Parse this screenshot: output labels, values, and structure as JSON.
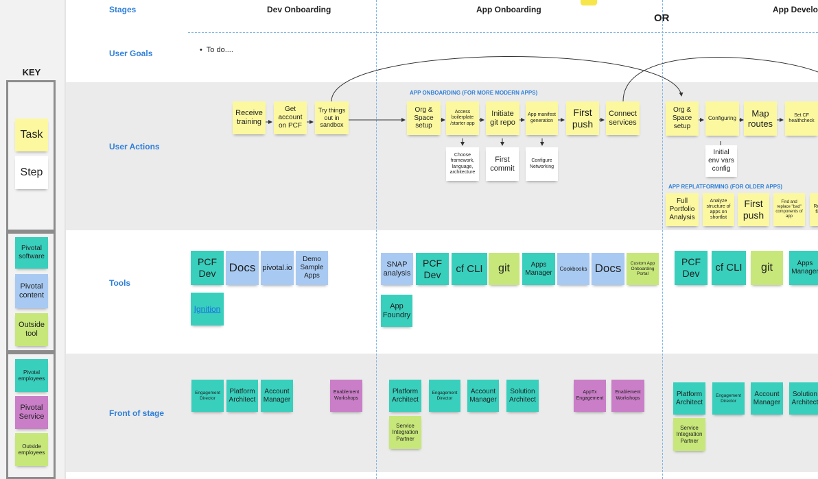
{
  "colors": {
    "task": "#fbf8a0",
    "step": "#ffffff",
    "pivotal_software": "#38cfbd",
    "pivotal_content": "#a8caf2",
    "outside_tool": "#c7e77a",
    "pivotal_service": "#c97ec7",
    "row_label": "#2f7fd8",
    "band_grey": "#ebebeb"
  },
  "rows": {
    "stages": "Stages",
    "user_goals": "User Goals",
    "user_actions": "User Actions",
    "tools": "Tools",
    "front_of_stage": "Front of stage"
  },
  "stages": {
    "dev_onboarding": "Dev Onboarding",
    "app_onboarding": "App Onboarding",
    "app_development": "App Develop",
    "or": "OR"
  },
  "goals": {
    "bullet": "•",
    "text": "To do...."
  },
  "sections": {
    "modern": "APP ONBOARDING (FOR MORE MODERN APPS)",
    "older": "APP REPLATFORMING (FOR OLDER APPS)"
  },
  "key": {
    "title": "KEY",
    "task": "Task",
    "step": "Step",
    "pivotal_software": "Pivotal software",
    "pivotal_content": "Pivotal content",
    "outside_tool": "Outside tool",
    "pivotal_employees": "Pivotal employees",
    "pivotal_service": "Pivotal Service",
    "outside_employees": "Outside employees"
  },
  "actions": {
    "receive_training": "Receive training",
    "get_account": "Get account on PCF",
    "try_sandbox": "Try things out in sandbox",
    "org_space_1": "Org & Space setup",
    "access_boilerplate": "Access boilerplate /starter app",
    "initiate_git": "Initiate git repo",
    "app_manifest": "App manifest generation",
    "first_push_1": "First push",
    "connect_services": "Connect services",
    "choose_framework": "Choose framework, language, architecture",
    "first_commit": "First commit",
    "configure_networking": "Configure Networking",
    "org_space_2": "Org & Space setup",
    "configuring": "Configuring",
    "map_routes": "Map routes",
    "set_cf_healthcheck": "Set CF healthcheck",
    "initial_env_vars": "Initial env vars config",
    "full_portfolio": "Full Portfolio Analysis",
    "analyze_structure": "Analyze structure of apps on shortlist",
    "first_push_2": "First push",
    "find_replace": "Find and replace \"bad\" components of app",
    "re_partial": "Re fi"
  },
  "tools": {
    "pcf_dev_1": "PCF Dev",
    "docs_1": "Docs",
    "pivotal_io": "pivotal.io",
    "demo_sample_apps": "Demo Sample Apps",
    "ignition": "Ignition",
    "snap_analysis": "SNAP analysis",
    "pcf_dev_2": "PCF Dev",
    "cf_cli_1": "cf CLI",
    "git_1": "git",
    "apps_manager_1": "Apps Manager",
    "cookbooks": "Cookbooks",
    "docs_2": "Docs",
    "custom_portal": "Custom App Onboarding Portal",
    "app_foundry": "App Foundry",
    "pcf_dev_3": "PCF Dev",
    "cf_cli_2": "cf CLI",
    "git_2": "git",
    "apps_manager_2": "Apps Manager"
  },
  "front": {
    "engagement_director_1": "Engagement Director",
    "platform_architect_1": "Platform Architect",
    "account_manager_1": "Account Manager",
    "enablement_workshops_1": "Enablement Workshops",
    "platform_architect_2": "Platform Architect",
    "engagement_director_2": "Engagement Director",
    "account_manager_2": "Account Manager",
    "solution_architect_1": "Solution Architect",
    "apptx_engagement": "AppTx Engagement",
    "enablement_workshops_2": "Enablement Workshops",
    "service_integration_partner_1": "Service Integration Partner",
    "platform_architect_3": "Platform Architect",
    "engagement_director_3": "Engagement Director",
    "account_manager_3": "Account Manager",
    "solution_architect_2": "Solution Architect",
    "service_integration_partner_2": "Service Integration Partner"
  }
}
